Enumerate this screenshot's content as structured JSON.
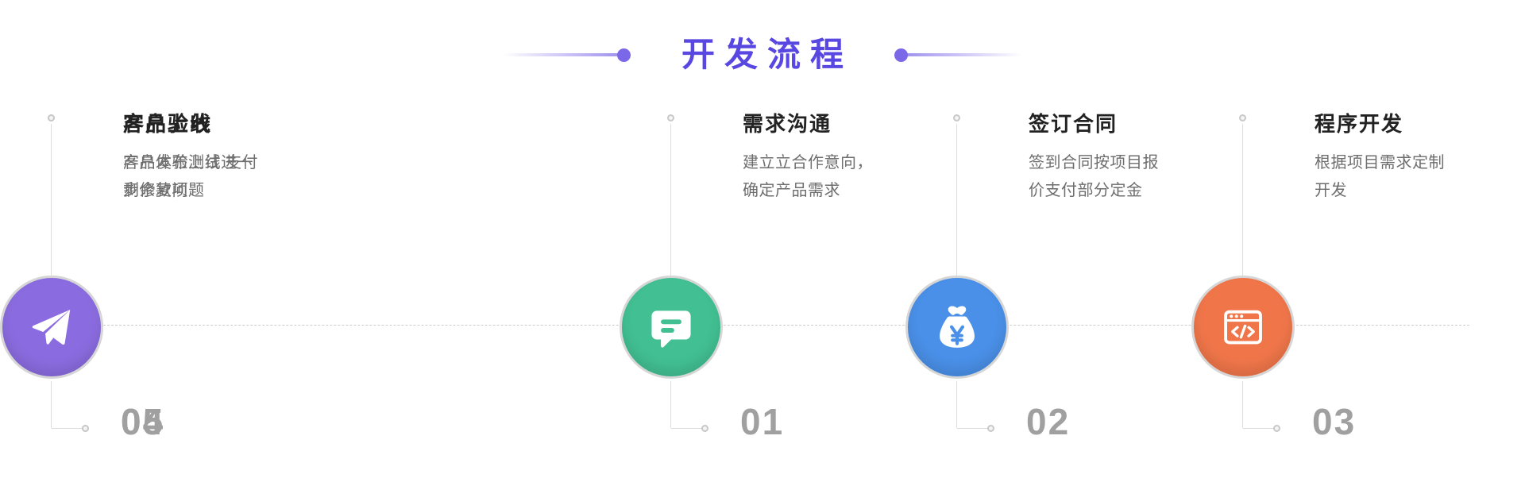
{
  "header": {
    "title": "开发流程"
  },
  "colors": {
    "title_accent": "#5847e0",
    "decor_dot": "#7b68e8",
    "number_gray": "#a0a0a0"
  },
  "steps": [
    {
      "number": "01",
      "title": "需求沟通",
      "description": "建立立合作意向，确定产品需求",
      "icon": "chat-bubble",
      "color": "#42c093"
    },
    {
      "number": "02",
      "title": "签订合同",
      "description": "签到合同按项目报价支付部分定金",
      "icon": "money-bag",
      "color": "#4a90e8"
    },
    {
      "number": "03",
      "title": "程序开发",
      "description": "根据项目需求定制开发",
      "icon": "code-window",
      "color": "#f0764a"
    },
    {
      "number": "04",
      "title": "客户验收",
      "description": "客户体验测试进一步修复问题",
      "icon": "security-shield",
      "color": "#e24747"
    },
    {
      "number": "05",
      "title": "产品上线",
      "description": "产品发布上线 支付剩余款项",
      "icon": "paper-plane",
      "color": "#8b6ce0"
    }
  ]
}
